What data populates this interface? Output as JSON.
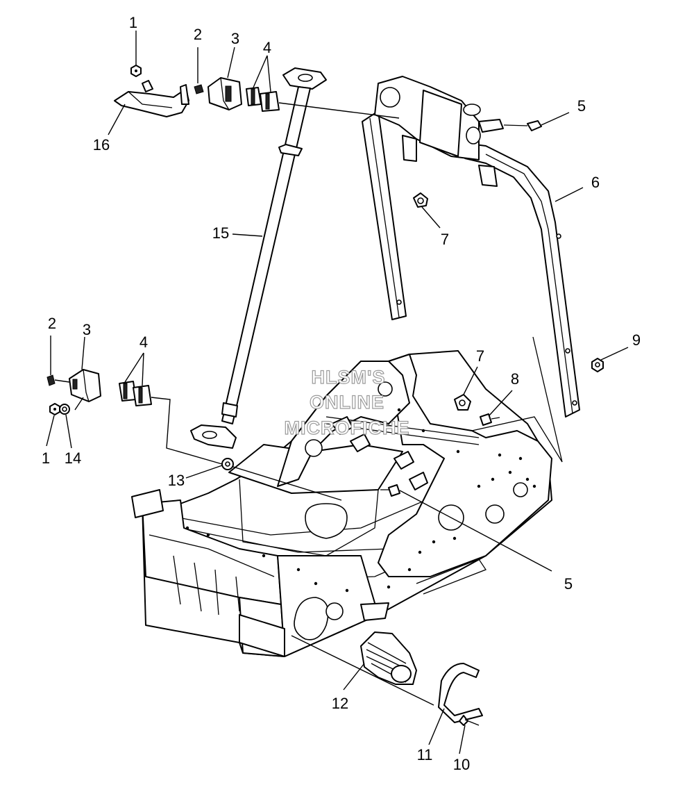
{
  "diagram": {
    "watermark_lines": [
      "HLSM'S",
      "ONLINE",
      "MICROFICHE"
    ],
    "callouts": [
      {
        "id": "c1-top",
        "text": "1"
      },
      {
        "id": "c2-top",
        "text": "2"
      },
      {
        "id": "c3-top",
        "text": "3"
      },
      {
        "id": "c4-top",
        "text": "4"
      },
      {
        "id": "c5-top",
        "text": "5"
      },
      {
        "id": "c6",
        "text": "6"
      },
      {
        "id": "c7-top",
        "text": "7"
      },
      {
        "id": "c16",
        "text": "16"
      },
      {
        "id": "c15",
        "text": "15"
      },
      {
        "id": "c2-left",
        "text": "2"
      },
      {
        "id": "c3-left",
        "text": "3"
      },
      {
        "id": "c4-left",
        "text": "4"
      },
      {
        "id": "c1-left",
        "text": "1"
      },
      {
        "id": "c14",
        "text": "14"
      },
      {
        "id": "c13",
        "text": "13"
      },
      {
        "id": "c7-mid",
        "text": "7"
      },
      {
        "id": "c8",
        "text": "8"
      },
      {
        "id": "c9",
        "text": "9"
      },
      {
        "id": "c5-bottom",
        "text": "5"
      },
      {
        "id": "c12",
        "text": "12"
      },
      {
        "id": "c11",
        "text": "11"
      },
      {
        "id": "c10",
        "text": "10"
      }
    ]
  }
}
